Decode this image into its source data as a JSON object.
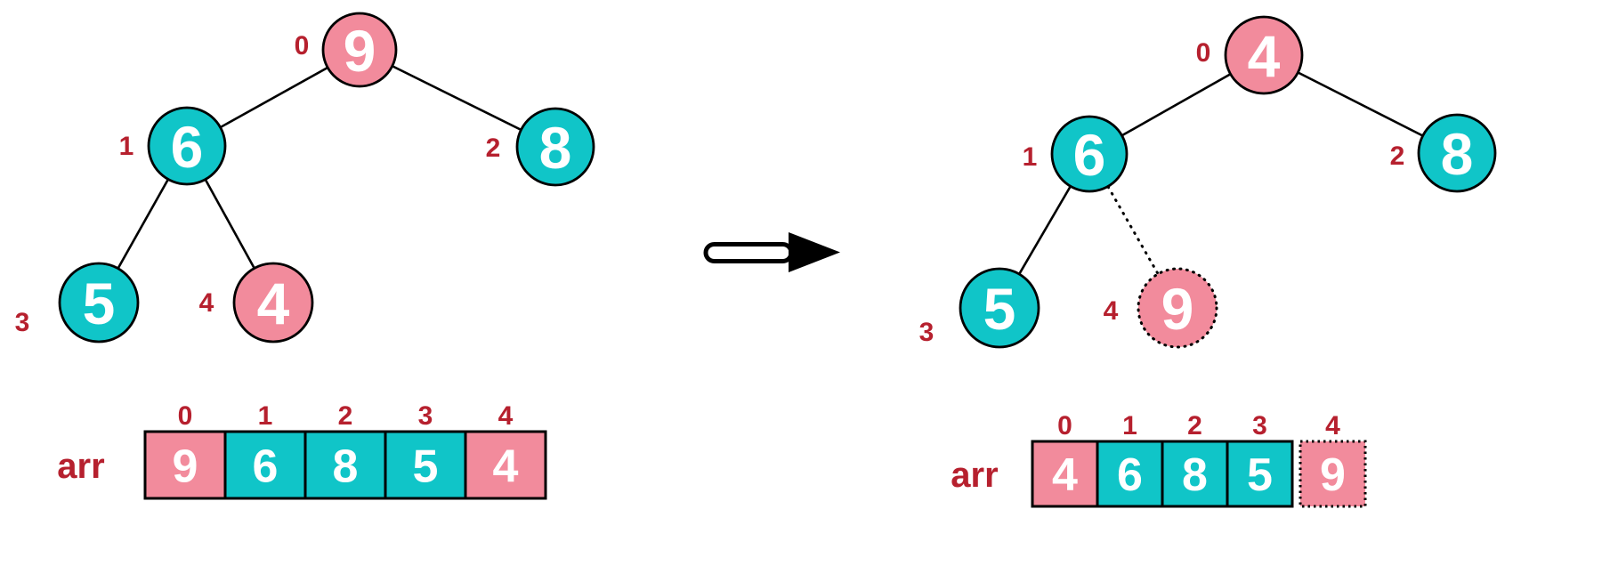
{
  "colors": {
    "teal": "#10c5c8",
    "pink": "#f28b9c",
    "label_red": "#b6202e",
    "outline_black": "#000000",
    "value_white": "#ffffff"
  },
  "before": {
    "tree": {
      "node_values": [
        "9",
        "6",
        "8",
        "5",
        "4"
      ],
      "node_indices": [
        "0",
        "1",
        "2",
        "3",
        "4"
      ]
    },
    "array": {
      "label": "arr",
      "indices": [
        "0",
        "1",
        "2",
        "3",
        "4"
      ],
      "values": [
        "9",
        "6",
        "8",
        "5",
        "4"
      ]
    }
  },
  "after": {
    "tree": {
      "node_values": [
        "4",
        "6",
        "8",
        "5",
        "9"
      ],
      "node_indices": [
        "0",
        "1",
        "2",
        "3",
        "4"
      ]
    },
    "array": {
      "label": "arr",
      "indices": [
        "0",
        "1",
        "2",
        "3",
        "4"
      ],
      "values": [
        "4",
        "6",
        "8",
        "5",
        "9"
      ]
    }
  }
}
